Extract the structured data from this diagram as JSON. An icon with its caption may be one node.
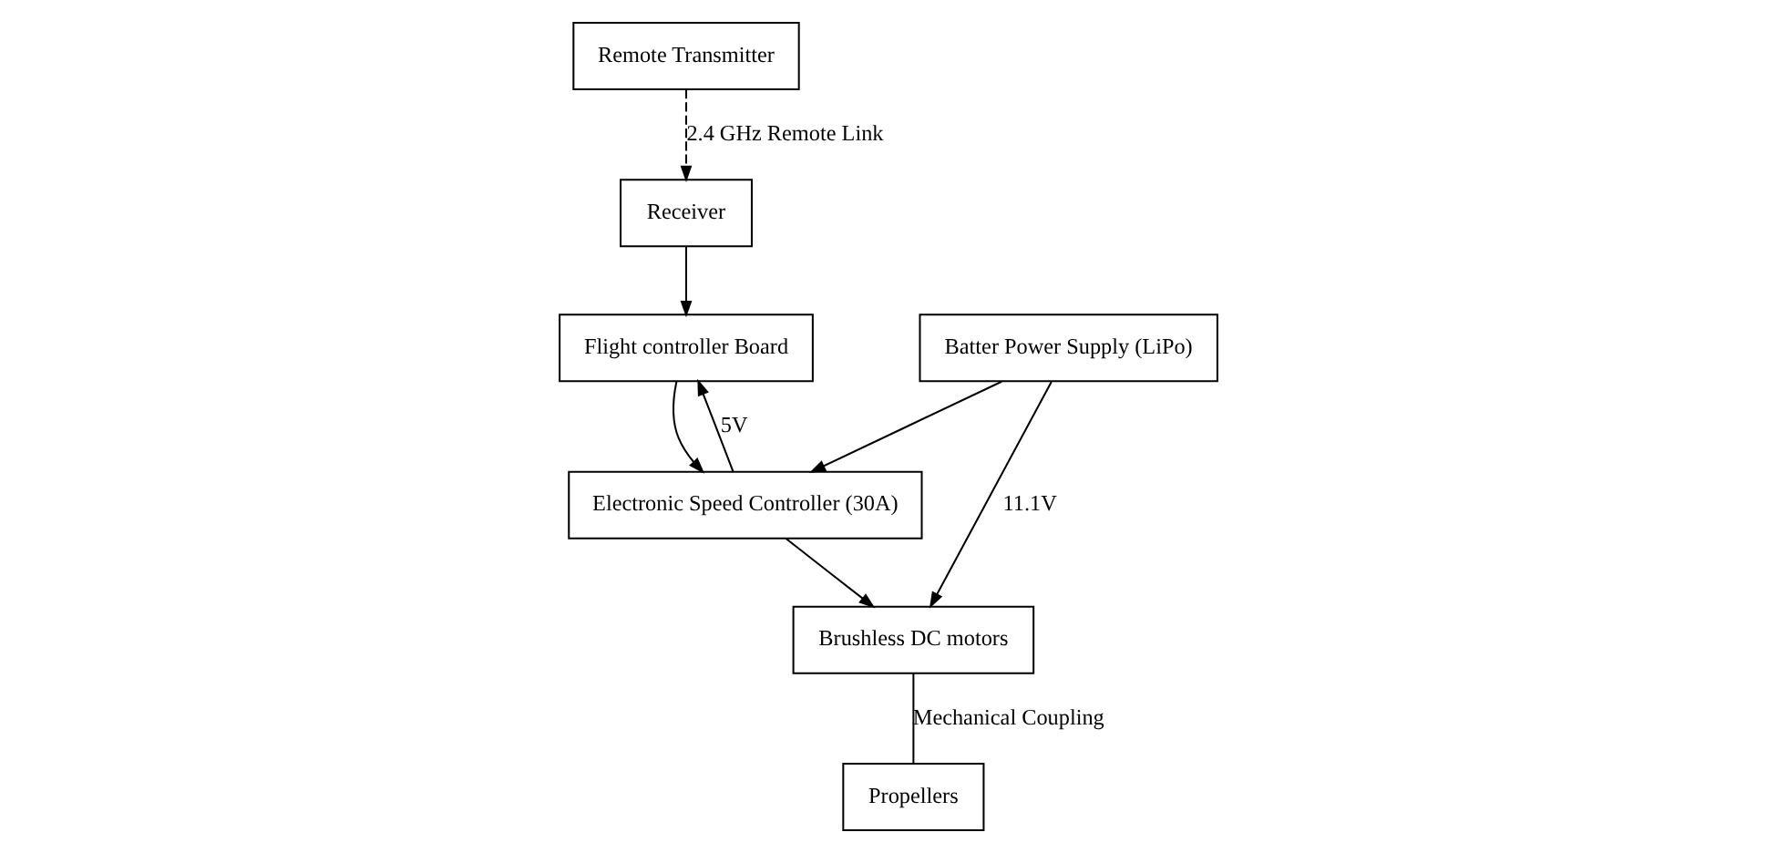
{
  "diagram": {
    "nodes": [
      {
        "text": [
          "Remote Transmitter"
        ]
      },
      {
        "text": [
          "Receiver"
        ]
      },
      {
        "text": [
          "Electronic Speed Controller (30A)"
        ]
      },
      {
        "text": [
          "Batter Power Supply (LiPo)"
        ]
      },
      {
        "text": [
          "Flight controller Board"
        ]
      },
      {
        "text": [
          "Brushless DC motors"
        ]
      },
      {
        "text": [
          "Propellers"
        ]
      }
    ],
    "edges": [
      {
        "from": 0,
        "to": 1,
        "arrow": "to",
        "style": "dashed",
        "label": "2.4 GHz Remote Link"
      },
      {
        "from": 1,
        "to": 4,
        "arrow": "to"
      },
      {
        "from": 4,
        "to": 2,
        "arrow": "to"
      },
      {
        "from": 3,
        "to": 2,
        "arrow": "to"
      },
      {
        "from": 3,
        "to": 5,
        "arrow": "to",
        "label": "11.1V"
      },
      {
        "from": 2,
        "to": 4,
        "arrow": "to",
        "label": "5V"
      },
      {
        "from": 2,
        "to": 5,
        "arrow": "to"
      },
      {
        "from": 5,
        "to": 6,
        "arrow": "none",
        "label": "Mechanical Coupling"
      }
    ]
  }
}
